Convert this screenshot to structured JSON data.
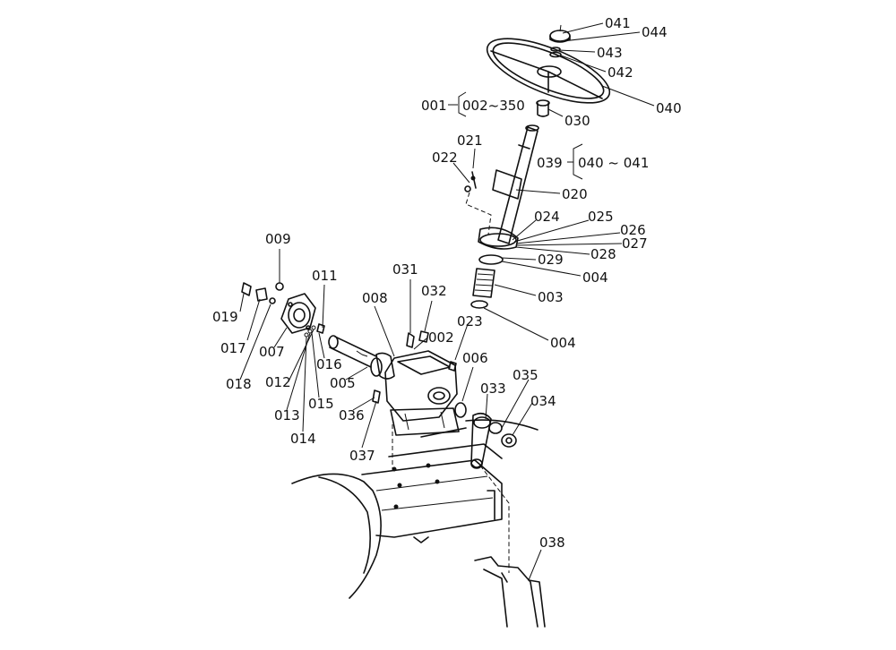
{
  "labels": {
    "041": "041",
    "044": "044",
    "043": "043",
    "042": "042",
    "040": "040",
    "001": "001",
    "002_350": "002~350",
    "030": "030",
    "021": "021",
    "022": "022",
    "039": "039",
    "040_041": "040 ~ 041",
    "020": "020",
    "024": "024",
    "025": "025",
    "026": "026",
    "027": "027",
    "028": "028",
    "029": "029",
    "004a": "004",
    "003": "003",
    "004b": "004",
    "009": "009",
    "011": "011",
    "031": "031",
    "032": "032",
    "008": "008",
    "019": "019",
    "017": "017",
    "018": "018",
    "007": "007",
    "012": "012",
    "013": "013",
    "014": "014",
    "015": "015",
    "016": "016",
    "005": "005",
    "002": "002",
    "023": "023",
    "036": "036",
    "037": "037",
    "006": "006",
    "035": "035",
    "033": "033",
    "034": "034",
    "038": "038"
  }
}
